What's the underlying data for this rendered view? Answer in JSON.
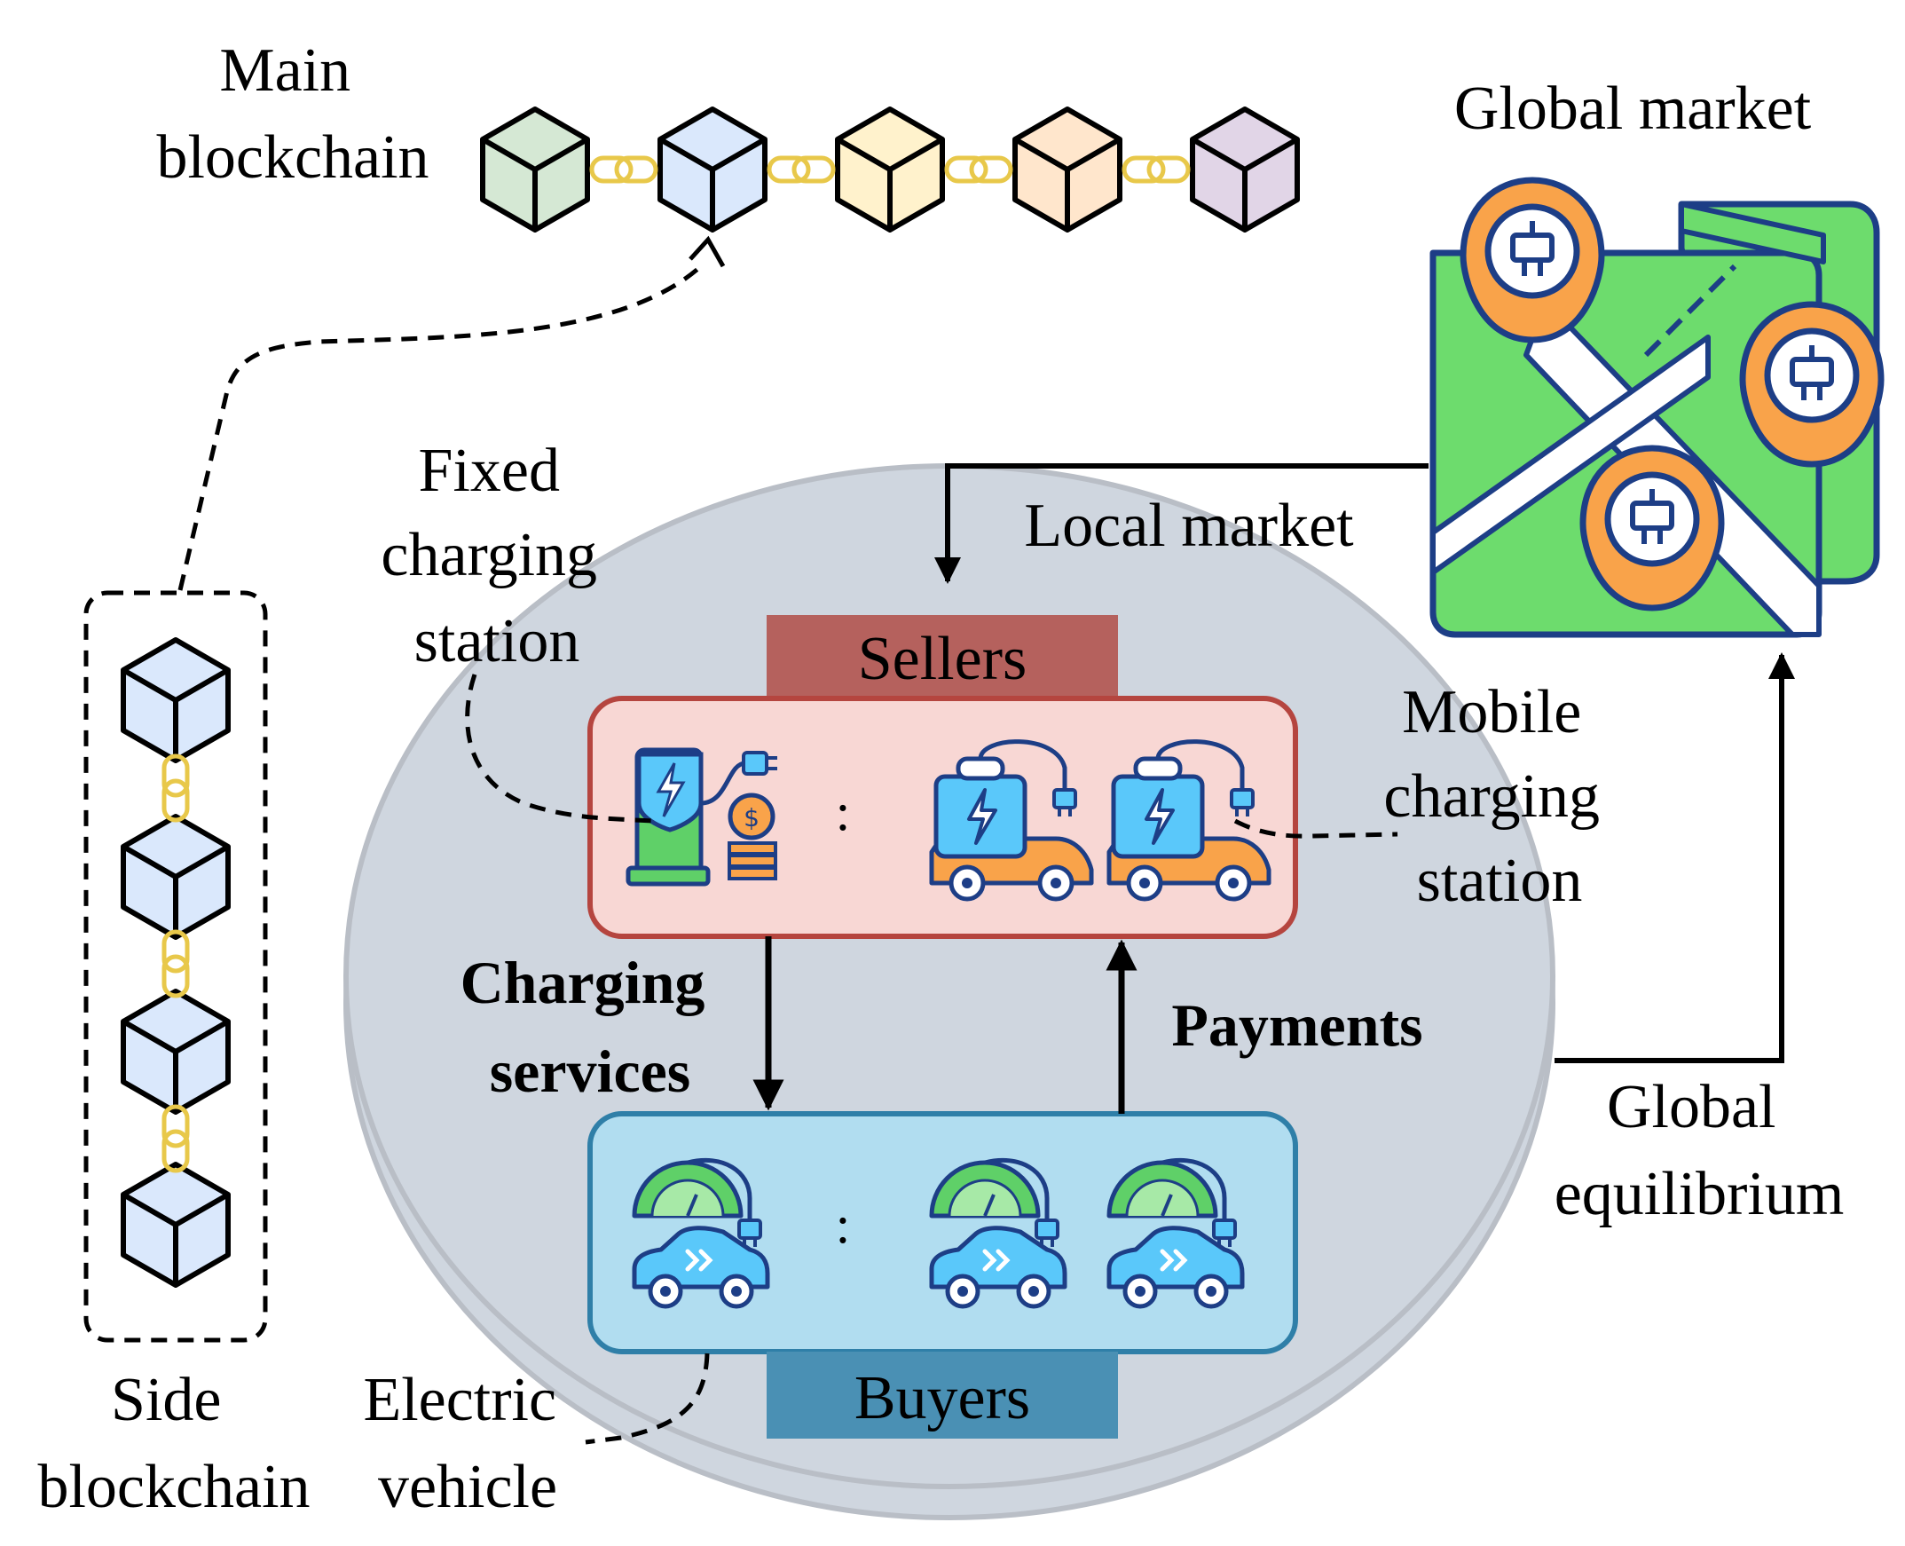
{
  "labels": {
    "main_blockchain": [
      "Main",
      "blockchain"
    ],
    "global_market": "Global market",
    "fixed_charging_station": [
      "Fixed",
      "charging",
      "station"
    ],
    "local_market": "Local market",
    "sellers": "Sellers",
    "mobile_charging_station": [
      "Mobile",
      "charging",
      "station"
    ],
    "charging_services": [
      "Charging",
      "services"
    ],
    "payments": "Payments",
    "global_equilibrium": [
      "Global",
      "equilibrium"
    ],
    "buyers": "Buyers",
    "side_blockchain": [
      "Side",
      "blockchain"
    ],
    "electric_vehicle": [
      "Electric",
      "vehicle"
    ],
    "ellipsis": ":"
  },
  "colors": {
    "main_blocks": [
      "#d5e8d4",
      "#dae8fc",
      "#fff2cc",
      "#ffe6cc",
      "#e1d5e7"
    ],
    "side_block": "#dae8fc",
    "chain_link": "#e8c84a",
    "platform": "#cfd6df",
    "platform_edge": "#b9bec6",
    "sellers_header": "#b5615d",
    "sellers_box_fill": "#f8d7d4",
    "sellers_box_stroke": "#b5453f",
    "buyers_header": "#4a90b4",
    "buyers_box_fill": "#b1ddf0",
    "buyers_box_stroke": "#2f7fa8",
    "map_green": "#6ddc6d",
    "pin_orange": "#f9a34a",
    "icon_navy": "#1d3e86"
  }
}
